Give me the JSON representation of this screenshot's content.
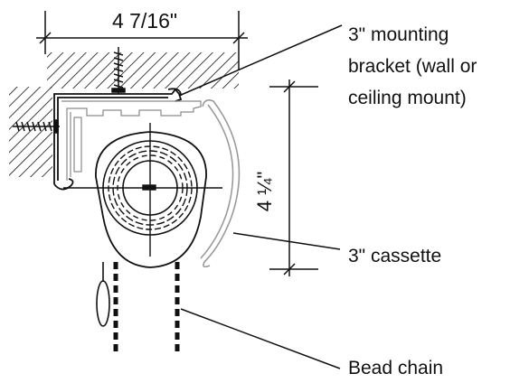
{
  "labels": {
    "width_dimension": "4 7/16\"",
    "height_dimension": "4 ¼\"",
    "bracket_line1": "3\" mounting",
    "bracket_line2": "bracket (wall or",
    "bracket_line3": "ceiling mount)",
    "cassette": "3\" cassette",
    "bead_chain": "Bead chain"
  },
  "colors": {
    "line": "#111111",
    "cassette_outline": "#9a9a9a",
    "background": "#ffffff"
  }
}
